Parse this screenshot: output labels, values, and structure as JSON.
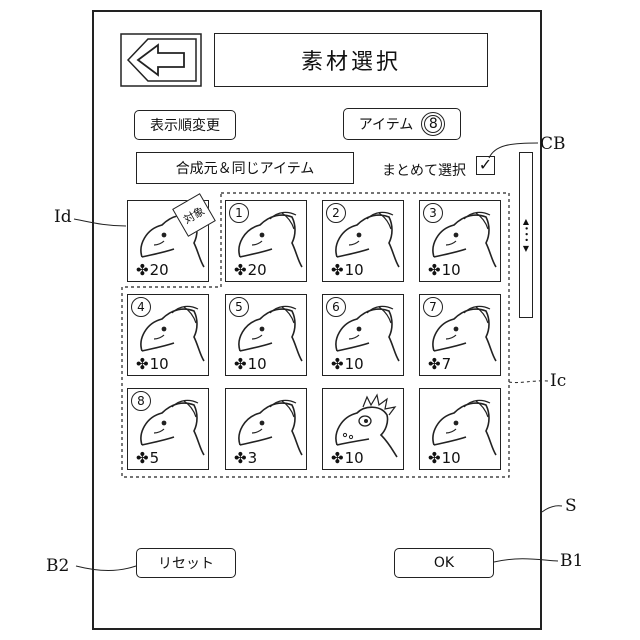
{
  "header": {
    "back_icon": "left-arrow-icon",
    "title": "素材選択"
  },
  "toolbar": {
    "sort_label": "表示順変更",
    "item_label": "アイテム",
    "item_count": "8",
    "filter_label": "合成元＆同じアイテム",
    "bulk_select_label": "まとめて選択",
    "bulk_select_check": "✓"
  },
  "scrollbar": {
    "up": "▲",
    "dots": "•••",
    "down": "▼"
  },
  "base_tile": {
    "tag_label": "対象",
    "count": "20"
  },
  "tiles": [
    {
      "number": "1",
      "count": "20"
    },
    {
      "number": "2",
      "count": "10"
    },
    {
      "number": "3",
      "count": "10"
    },
    {
      "number": "4",
      "count": "10"
    },
    {
      "number": "5",
      "count": "10"
    },
    {
      "number": "6",
      "count": "10"
    },
    {
      "number": "7",
      "count": "7"
    },
    {
      "number": "8",
      "count": "5"
    },
    {
      "number": "",
      "count": "3"
    },
    {
      "number": "",
      "count": "10"
    },
    {
      "number": "",
      "count": "10"
    }
  ],
  "footer": {
    "reset_label": "リセット",
    "ok_label": "OK"
  },
  "references": {
    "id": "Id",
    "cb": "CB",
    "ic": "Ic",
    "s": "S",
    "b1": "B1",
    "b2": "B2"
  }
}
